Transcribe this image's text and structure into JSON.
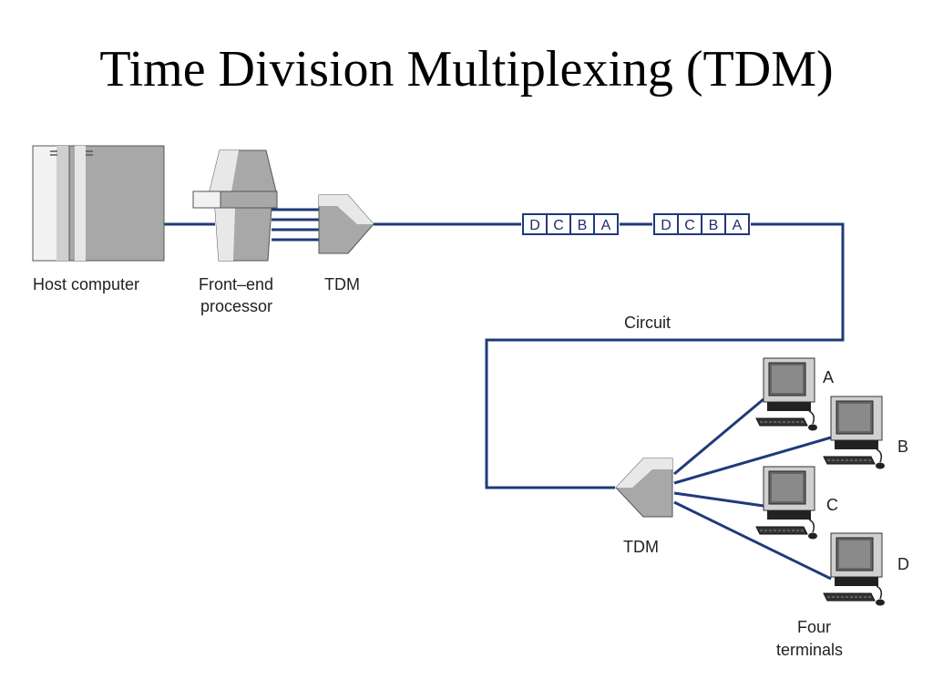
{
  "slide": {
    "title": "Time Division Multiplexing (TDM)"
  },
  "diagram": {
    "labels": {
      "host_computer": "Host computer",
      "front_end_line1": "Front–end",
      "front_end_line2": "processor",
      "tdm_left": "TDM",
      "tdm_right": "TDM",
      "circuit": "Circuit",
      "four_terminals_line1": "Four",
      "four_terminals_line2": "terminals"
    },
    "frames": [
      [
        "D",
        "C",
        "B",
        "A"
      ],
      [
        "D",
        "C",
        "B",
        "A"
      ]
    ],
    "terminals": [
      "A",
      "B",
      "C",
      "D"
    ],
    "colors": {
      "line": "#1f3a7a",
      "device_gray": "#a8a8a8",
      "outline": "#555555"
    }
  }
}
